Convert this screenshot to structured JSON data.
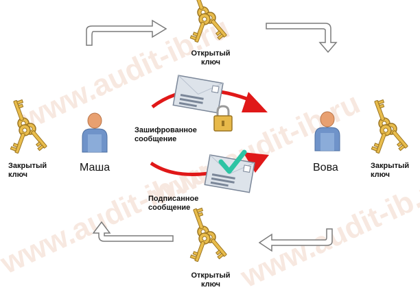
{
  "diagram": {
    "watermark": "www.audit-ib.ru",
    "users": {
      "left": "Маша",
      "right": "Вова"
    },
    "keys": {
      "public_top": [
        "Открытый",
        "ключ"
      ],
      "public_bottom": [
        "Открытый",
        "ключ"
      ],
      "private_left": [
        "Закрытый",
        "ключ"
      ],
      "private_right": [
        "Закрытый",
        "ключ"
      ]
    },
    "messages": {
      "encrypted": [
        "Зашифрованное",
        "сообщение"
      ],
      "signed": [
        "Подписанное",
        "сообщение"
      ]
    },
    "colors": {
      "key_fill": "#e9bd4c",
      "key_stroke": "#9a7422",
      "person_body": "#6f93c9",
      "person_head": "#e8a070",
      "arrow_red": "#e01818",
      "check_green": "#2ec4a4",
      "envelope": "#dde3ea",
      "flow_arrow_fill": "#ffffff",
      "flow_arrow_stroke": "#7a7a7a",
      "watermark": "#f6e3d9"
    }
  }
}
